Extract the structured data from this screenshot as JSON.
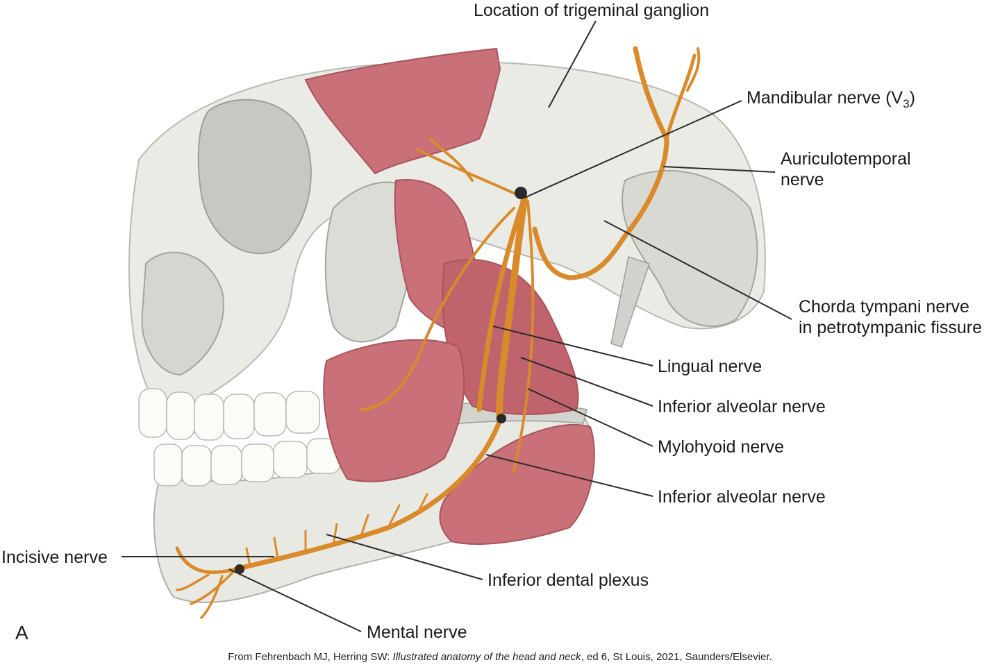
{
  "labels": {
    "trigeminal_ganglion": "Location of trigeminal ganglion",
    "mandibular_nerve_text": "Mandibular nerve (V",
    "mandibular_nerve_sub": "3",
    "mandibular_nerve_close": ")",
    "auriculotemporal_1": "Auriculotemporal",
    "auriculotemporal_2": "nerve",
    "chorda_tympani_1": "Chorda tympani nerve",
    "chorda_tympani_2": "in petrotympanic fissure",
    "lingual_nerve": "Lingual nerve",
    "inferior_alveolar_nerve_upper": "Inferior alveolar nerve",
    "mylohyoid_nerve": "Mylohyoid nerve",
    "inferior_alveolar_nerve_lower": "Inferior alveolar nerve",
    "incisive_nerve": "Incisive nerve",
    "inferior_dental_plexus": "Inferior dental plexus",
    "mental_nerve": "Mental nerve"
  },
  "panel_letter": "A",
  "credit": {
    "prefix": "From Fehrenbach MJ, Herring SW: ",
    "title": "Illustrated anatomy of the head and neck",
    "suffix": ", ed 6, St Louis, 2021, Saunders/Elsevier."
  },
  "colors": {
    "bone": "#ebebe6",
    "bone_shadow": "#c8c8c2",
    "muscle": "#c97078",
    "muscle_dark": "#a8545c",
    "nerve": "#d98a2b",
    "teeth": "#fbfbf8"
  }
}
